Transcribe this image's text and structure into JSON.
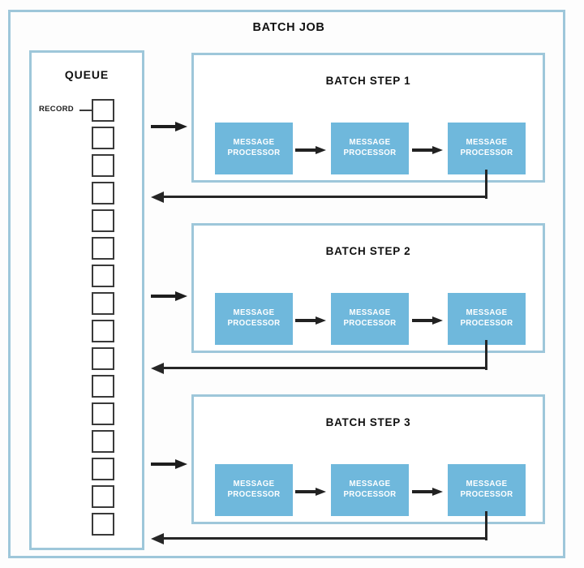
{
  "diagram": {
    "title": "BATCH JOB",
    "accent_blue": "#6fb8dc",
    "frame_blue": "#9ec7da",
    "arrow_black": "#262626"
  },
  "queue": {
    "title": "QUEUE",
    "record_label": "RECORD",
    "record_count": 16
  },
  "steps": [
    {
      "title": "BATCH STEP 1",
      "processors": [
        {
          "line1": "MESSAGE",
          "line2": "PROCESSOR"
        },
        {
          "line1": "MESSAGE",
          "line2": "PROCESSOR"
        },
        {
          "line1": "MESSAGE",
          "line2": "PROCESSOR"
        }
      ]
    },
    {
      "title": "BATCH STEP 2",
      "processors": [
        {
          "line1": "MESSAGE",
          "line2": "PROCESSOR"
        },
        {
          "line1": "MESSAGE",
          "line2": "PROCESSOR"
        },
        {
          "line1": "MESSAGE",
          "line2": "PROCESSOR"
        }
      ]
    },
    {
      "title": "BATCH STEP 3",
      "processors": [
        {
          "line1": "MESSAGE",
          "line2": "PROCESSOR"
        },
        {
          "line1": "MESSAGE",
          "line2": "PROCESSOR"
        },
        {
          "line1": "MESSAGE",
          "line2": "PROCESSOR"
        }
      ]
    }
  ]
}
